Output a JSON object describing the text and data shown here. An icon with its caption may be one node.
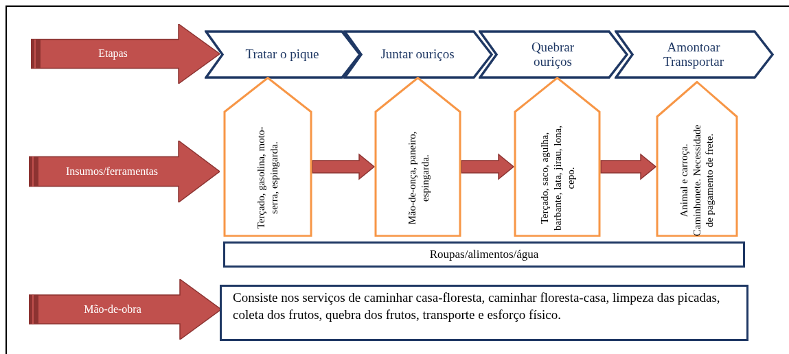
{
  "diagram": {
    "nodes": [
      {
        "text": [
          "Etapas"
        ]
      },
      {
        "text": [
          "Tratar o pique"
        ]
      },
      {
        "text": [
          "Juntar ouriços"
        ]
      },
      {
        "text": [
          "Quebrar ouriços"
        ]
      },
      {
        "text": [
          "Amontoar Transportar"
        ]
      },
      {
        "text": [
          "Insumos/ferramentas"
        ]
      },
      {
        "text": [
          "Terçado, gasolina, moto-serra, espingarda."
        ]
      },
      {
        "text": [
          "Mão-de-onça, paneiro, espingarda."
        ]
      },
      {
        "text": [
          "Terçado, saco, agulha, barbante, lata, jirau, lona, cepo."
        ]
      },
      {
        "text": [
          "Animal e carroça. Caminhonete. Necessidade de pagamento de frete."
        ]
      },
      {
        "text": [
          "Roupas/alimentos/água"
        ]
      },
      {
        "text": [
          "Mão-de-obra"
        ]
      },
      {
        "text": [
          "Consiste nos serviços de caminhar casa-floresta, caminhar floresta-casa, limpeza das picadas, coleta dos frutos, quebra dos frutos, transporte e esforço físico."
        ]
      }
    ],
    "edges": [
      {
        "from": 6,
        "to": 7,
        "arrow": "to",
        "style": "thick"
      },
      {
        "from": 7,
        "to": 8,
        "arrow": "to",
        "style": "thick"
      },
      {
        "from": 8,
        "to": 9,
        "arrow": "to",
        "style": "thick"
      }
    ]
  }
}
